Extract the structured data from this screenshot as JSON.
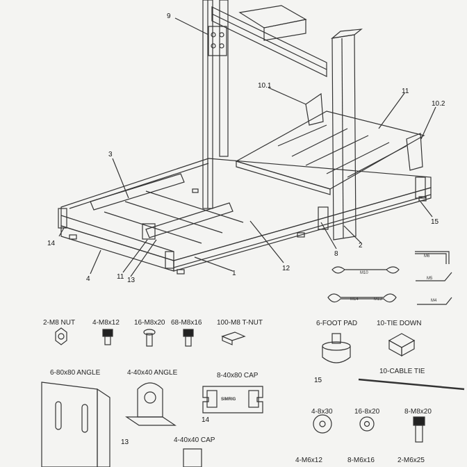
{
  "callouts": {
    "c9": "9",
    "c10_1": "10.1",
    "c11_top": "11",
    "c10_2": "10.2",
    "c3": "3",
    "c15_right": "15",
    "c14_left": "14",
    "c8": "8",
    "c2": "2",
    "c4": "4",
    "c11_bottom": "11",
    "c13_bottom": "13",
    "c12": "12",
    "c1": "1",
    "c15_pad": "15",
    "c14_cap": "14",
    "c13_angle": "13"
  },
  "tools": {
    "wrench1": "M10",
    "wrench2_a": "M14",
    "wrench2_b": "M13",
    "hex_m6": "M6",
    "hex_m5": "M5",
    "hex_m4": "M4"
  },
  "parts": {
    "m8_nut": "2-M8 NUT",
    "m8x12": "4-M8x12",
    "m8x20": "16-M8x20",
    "m8x16": "68-M8x16",
    "t_nut": "100-M8 T-NUT",
    "foot_pad": "6-FOOT PAD",
    "tie_down": "10-TIE DOWN",
    "angle_80": "6-80x80 ANGLE",
    "angle_40": "4-40x40 ANGLE",
    "cap_80": "8-40x80 CAP",
    "cable_tie": "10-CABLE TIE",
    "cap_40": "4-40x40 CAP",
    "washer_8x30": "4-8x30",
    "washer_8x20": "16-8x20",
    "m8x20_b": "8-M8x20",
    "m6x12": "4-M6x12",
    "m6x16": "8-M6x16",
    "m6x25": "2-M6x25"
  },
  "cap_logo": "SIMRIG"
}
